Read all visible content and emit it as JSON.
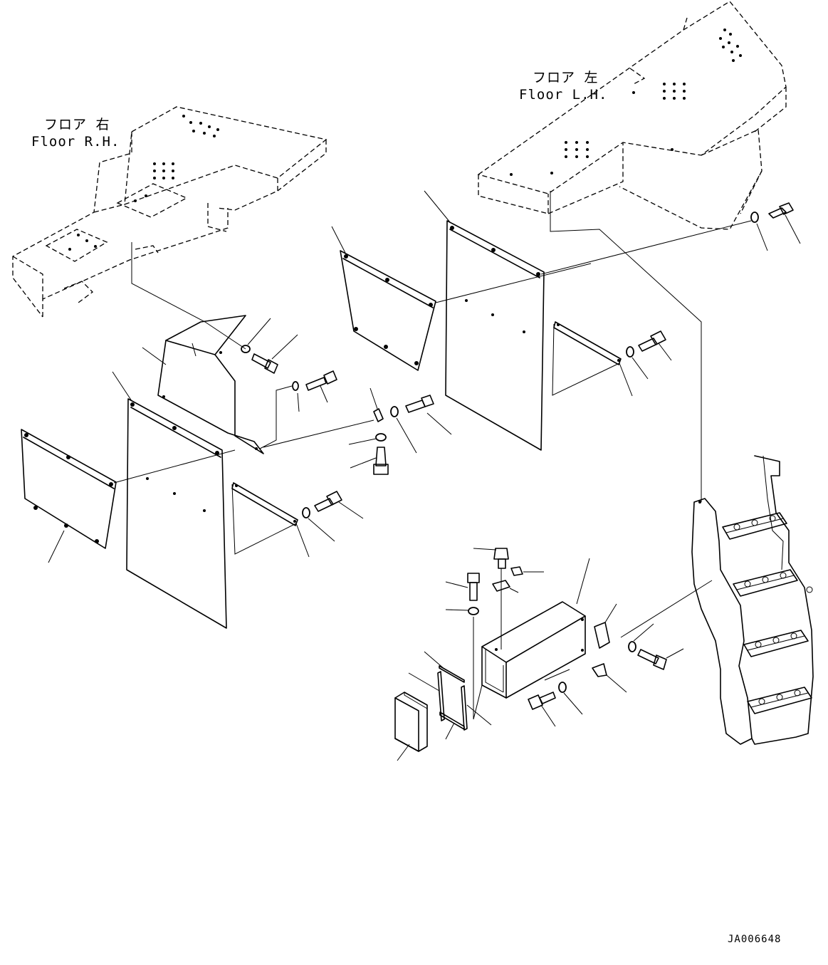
{
  "labels": {
    "floor_rh_jp": "フロア 右",
    "floor_rh_en": "Floor R.H.",
    "floor_lh_jp": "フロア 左",
    "floor_lh_en": "Floor L.H."
  },
  "drawing_code": "JA006648"
}
